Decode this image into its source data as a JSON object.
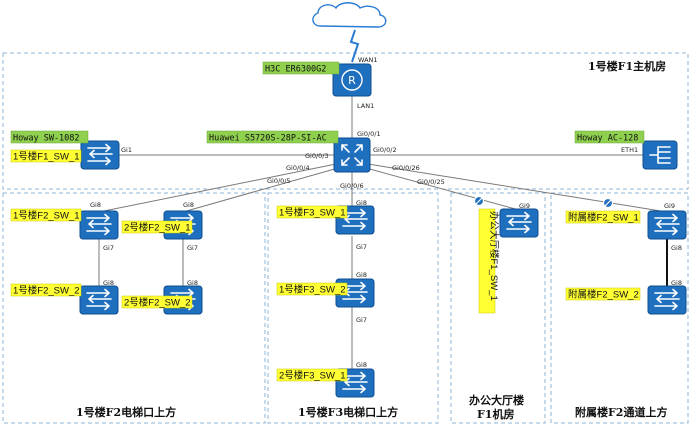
{
  "zones": {
    "main_room": "1号楼F1主机房",
    "b1_f2": "1号楼F2电梯口上方",
    "b1_f3": "1号楼F3电梯口上方",
    "hall_f1_line1": "办公大厅楼",
    "hall_f1_line2": "F1机房",
    "annex_f2": "附属楼F2通道上方"
  },
  "devices": {
    "router": {
      "label": "H3C ER6300G2",
      "icon": "router-icon"
    },
    "core_switch": {
      "label": "Huawei S5720S-28P-SI-AC",
      "icon": "core-switch-icon"
    },
    "howay_sw": {
      "model": "Howay SW-1082",
      "name": "1号楼F1_SW_1"
    },
    "howay_ac": {
      "model": "Howay AC-128",
      "icon": "ac-controller-icon"
    },
    "b1_f2_sw_1": "1号楼F2_SW_1",
    "b1_f2_sw_2": "1号楼F2_SW_2",
    "b2_f2_sw_1": "2号楼F2_SW_1",
    "b2_f2_sw_2": "2号楼F2_SW_2",
    "b1_f3_sw_1": "1号楼F3_SW_1",
    "b1_f3_sw_2": "1号楼F3_SW_2",
    "b2_f3_sw_1": "2号楼F3_SW_1",
    "hall_sw": "办公大厅楼F1_SW_1",
    "annex_sw_1": "附属楼F2_SW_1",
    "annex_sw_2": "附属楼F2_SW_2"
  },
  "ports": {
    "wan1": "WAN1",
    "lan1": "LAN1",
    "core_001": "Gi0/0/1",
    "core_002": "Gi0/0/2",
    "core_003": "Gi0/0/3",
    "core_004": "Gi0/0/4",
    "core_005": "Gi0/0/5",
    "core_006": "Gi0/0/6",
    "core_026": "Gi0/0/26",
    "core_025": "Gi0/0/25",
    "howay_gi1": "Gi1",
    "ac_eth1": "ETH1",
    "b1f2sw1_gi8": "Gi8",
    "b1f2sw1_gi7": "Gi7",
    "b1f2sw2_gi8": "Gi8",
    "b2f2sw1_gi8": "Gi8",
    "b2f2sw1_gi7": "Gi7",
    "b2f2sw2_gi8": "Gi8",
    "b1f3sw1_gi8": "Gi8",
    "b1f3sw1_gi7": "Gi7",
    "b1f3sw2_gi8": "Gi8",
    "b1f3sw2_gi7": "Gi7",
    "b2f3sw1_gi8": "Gi8",
    "hall_gi9": "Gi9",
    "annex1_gi9": "Gi9",
    "annex1_gi8": "Gi8",
    "annex2_gi8": "Gi8"
  },
  "icons": {
    "internet": "cloud-icon",
    "switch": "switch-icon",
    "blocked": "blocked-link-icon"
  },
  "colors": {
    "device": "#1f6fbf",
    "name_tag": "#ffff33",
    "model_tag": "#8fd14f",
    "zone_border": "#8fb6d9"
  }
}
